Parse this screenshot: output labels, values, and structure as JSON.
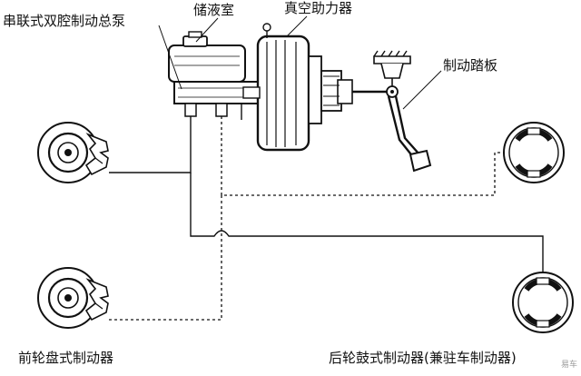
{
  "labels": {
    "master_cylinder": "串联式双腔制动总泵",
    "reservoir": "储液室",
    "vacuum_booster": "真空助力器",
    "brake_pedal": "制动踏板",
    "front_brake": "前轮盘式制动器",
    "rear_brake": "后轮鼓式制动器(兼驻车制动器)"
  },
  "watermark": "易车",
  "colors": {
    "ink": "#111111",
    "background": "#ffffff"
  }
}
